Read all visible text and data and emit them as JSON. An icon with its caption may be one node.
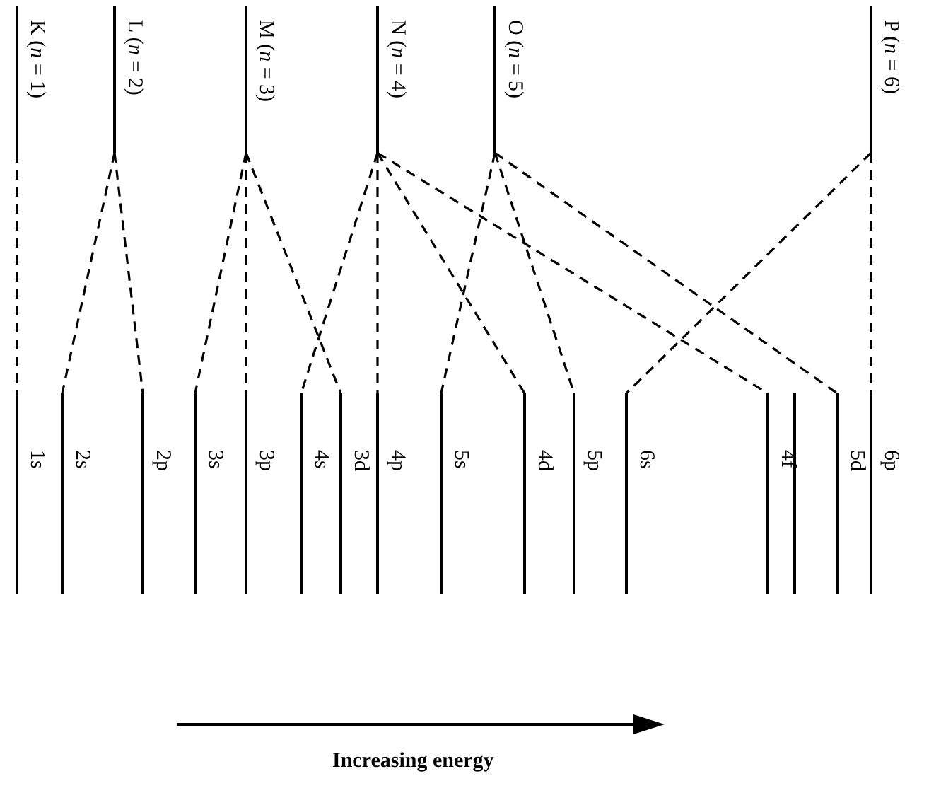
{
  "diagram": {
    "nodes": [
      {
        "text": [
          "K (*n* = 1)"
        ]
      },
      {
        "text": [
          "L (*n* = 2)"
        ]
      },
      {
        "text": [
          "M (*n* = 3)"
        ]
      },
      {
        "text": [
          "N (*n* = 4)"
        ]
      },
      {
        "text": [
          "O (*n* = 5)"
        ]
      },
      {
        "text": [
          "P (*n* = 6)"
        ]
      },
      {
        "text": [
          "1s"
        ]
      },
      {
        "text": [
          "2s"
        ]
      },
      {
        "text": [
          "2p"
        ]
      },
      {
        "text": [
          "3s"
        ]
      },
      {
        "text": [
          "3p"
        ]
      },
      {
        "text": [
          "4s"
        ]
      },
      {
        "text": [
          "3d"
        ]
      },
      {
        "text": [
          "4p"
        ]
      },
      {
        "text": [
          "5s"
        ]
      },
      {
        "text": [
          "4d"
        ]
      },
      {
        "text": [
          "5p"
        ]
      },
      {
        "text": [
          "6s"
        ]
      },
      {
        "text": [
          "4f"
        ]
      },
      {
        "text": [],
        "shape": "bar"
      },
      {
        "text": [
          "5d"
        ]
      },
      {
        "text": [
          "6p"
        ]
      }
    ],
    "edges": [
      {
        "from": 0,
        "to": 6,
        "arrow": "none",
        "style": "dashed"
      },
      {
        "from": 1,
        "to": 7,
        "arrow": "none",
        "style": "dashed"
      },
      {
        "from": 1,
        "to": 8,
        "arrow": "none",
        "style": "dashed"
      },
      {
        "from": 2,
        "to": 9,
        "arrow": "none",
        "style": "dashed"
      },
      {
        "from": 2,
        "to": 10,
        "arrow": "none",
        "style": "dashed"
      },
      {
        "from": 2,
        "to": 12,
        "arrow": "none",
        "style": "dashed"
      },
      {
        "from": 3,
        "to": 11,
        "arrow": "none",
        "style": "dashed"
      },
      {
        "from": 3,
        "to": 13,
        "arrow": "none",
        "style": "dashed"
      },
      {
        "from": 3,
        "to": 15,
        "arrow": "none",
        "style": "dashed"
      },
      {
        "from": 3,
        "to": 18,
        "arrow": "none",
        "style": "dashed"
      },
      {
        "from": 4,
        "to": 14,
        "arrow": "none",
        "style": "dashed"
      },
      {
        "from": 4,
        "to": 16,
        "arrow": "none",
        "style": "dashed"
      },
      {
        "from": 4,
        "to": 20,
        "arrow": "none",
        "style": "dashed"
      },
      {
        "from": 5,
        "to": 17,
        "arrow": "none",
        "style": "dashed"
      },
      {
        "from": 5,
        "to": 21,
        "arrow": "none",
        "style": "dashed"
      }
    ],
    "labels": [
      "Increasing energy"
    ]
  }
}
